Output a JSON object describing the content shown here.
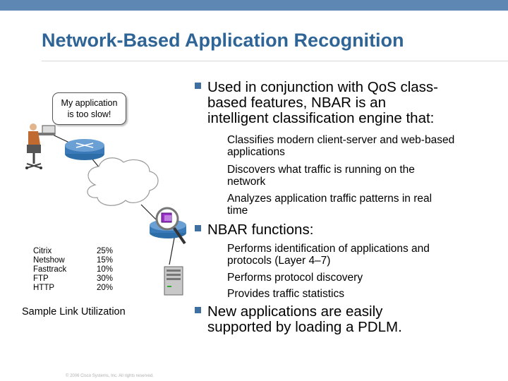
{
  "slide": {
    "title": "Network-Based Application Recognition",
    "footer": "© 2006 Cisco Systems, Inc. All rights reserved."
  },
  "diagram": {
    "bubble_lines": [
      "My application",
      "is too slow!"
    ],
    "table": {
      "apps": [
        "Citrix",
        "Netshow",
        "Fasttrack",
        "FTP",
        "HTTP"
      ],
      "shares": [
        "25%",
        "15%",
        "10%",
        "30%",
        "20%"
      ]
    },
    "caption": "Sample Link Utilization"
  },
  "bullets": {
    "b1": [
      "Used in conjunction with QoS class-",
      "based features, NBAR is an",
      "intelligent classification engine that:"
    ],
    "b1_subs": [
      [
        "Classifies modern client-server and web-based",
        "applications"
      ],
      [
        "Discovers what traffic is running on the",
        "network"
      ],
      [
        "Analyzes application traffic patterns in real",
        "time"
      ]
    ],
    "b2": "NBAR functions:",
    "b2_subs": [
      [
        "Performs identification of applications and",
        "protocols (Layer 4–7)"
      ],
      [
        "Performs protocol discovery"
      ],
      [
        "Provides traffic statistics"
      ]
    ],
    "b3": [
      "New applications are easily",
      "supported by loading a PDLM."
    ]
  },
  "colors": {
    "title": "#2e6496",
    "topbar": "#5e87b3",
    "bullet": "#3f6fa0",
    "router": "#3a7ab8"
  }
}
